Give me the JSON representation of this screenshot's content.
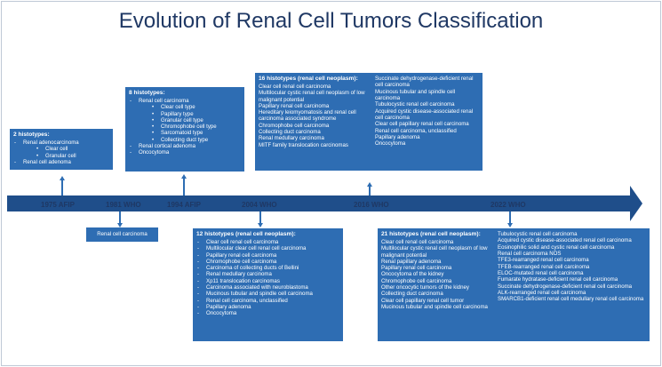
{
  "title": "Evolution of Renal Cell Tumors Classification",
  "years": [
    "1975 AFIP",
    "1981 WHO",
    "1994 AFIP",
    "2004 WHO",
    "2016 WHO",
    "2022 WHO"
  ],
  "box1975": {
    "heading": "2 histotypes:",
    "items": [
      {
        "text": "Renal adenocarcinoma",
        "sub": false
      },
      {
        "text": "Clear cell",
        "sub": true
      },
      {
        "text": "Granular cell",
        "sub": true
      },
      {
        "text": "Renal cell adenoma",
        "sub": false
      }
    ]
  },
  "box1981": {
    "text": "Renal cell carcinoma"
  },
  "box1994": {
    "heading": "8 histotypes:",
    "items": [
      {
        "text": "Renal cell carcinoma",
        "sub": false
      },
      {
        "text": "Clear cell type",
        "sub": true
      },
      {
        "text": "Papillary type",
        "sub": true
      },
      {
        "text": "Granular cell type",
        "sub": true
      },
      {
        "text": "Chromophobe cell type",
        "sub": true
      },
      {
        "text": "Sarcomatoid type",
        "sub": true
      },
      {
        "text": "Collecting duct type",
        "sub": true
      },
      {
        "text": "Renal cortical adenoma",
        "sub": false
      },
      {
        "text": "Oncocytoma",
        "sub": false
      }
    ]
  },
  "box2004": {
    "heading": "12 histotypes (renal cell neoplasm):",
    "items": [
      "Clear cell renal cell carcinoma",
      "Multilocular clear cell renal cell carcinoma",
      "Papillary renal cell carcinoma",
      "Chromophobe cell carcinoma",
      "Carcinoma of collecting ducts of Bellini",
      "Renal medullary carcinoma",
      "Xp11 translocation carcinomas",
      "Carcinoma associated with neuroblastoma",
      "Mucinous tubular and spindle cell carcinoma",
      "Renal cell carcinoma, unclassified",
      "Papillary adenoma",
      "Oncocytoma"
    ]
  },
  "box2016": {
    "heading": "16 histotypes (renal cell neoplasm):",
    "col1": [
      "Clear cell renal cell carcinoma",
      "Multilocular cystic renal cell neoplasm of low malignant potential",
      "Papillary renal cell carcinoma",
      "Hereditary leiomyomatosis and renal cell carcinoma associated syndrome",
      "Chromophobe cell carcinoma",
      "Collecting duct carcinoma",
      "Renal medullary carcinoma",
      "MITF family translocation carcinomas"
    ],
    "col2": [
      "Succinate dehydrogenase-deficient renal cell carcinoma",
      "Mucinous tubular and spindle cell carcinoma",
      "Tubulocystic renal cell carcinoma",
      "Acquired cystic disease-associated renal cell carcinoma",
      "Clear cell papillary renal cell carcinoma",
      "Renal cell carcinoma, unclassified",
      "Papillary adenoma",
      "Oncocytoma"
    ]
  },
  "box2022": {
    "heading": "21 histotypes (renal cell neoplasm):",
    "col1": [
      "Clear cell renal cell carcinoma",
      "Multilocular cystic renal cell neoplasm of low malignant potential",
      "Renal papillary adenoma",
      "Papillary renal cell carcinoma",
      "Oncocytoma of the kidney",
      "Chromophobe cell carcinoma",
      "Other oncocytic tumors of the kidney",
      "Collecting duct carcinoma",
      "Clear cell papillary renal cell tumor",
      "Mucinous tubular and spindle cell carcinoma"
    ],
    "col2": [
      "Tubulocystic renal cell carcinoma",
      "Acquired cystic disease-associated renal cell carcinoma",
      "Eosinophilic solid and cystic renal cell carcinoma",
      "Renal cell carcinoma NOS",
      "TFE3-rearranged renal cell carcinoma",
      "TFEB-rearranged renal cell carcinoma",
      "ELOC-mutated renal cell carcinoma",
      "Fumarate hydratase-deficient renal cell carcinoma",
      "Succinate dehydrogenase-deficient renal cell carcinoma",
      "ALK-rearranged renal cell carcinoma",
      "SMARCB1-deficient renal cell medullary renal cell carcinoma"
    ]
  }
}
